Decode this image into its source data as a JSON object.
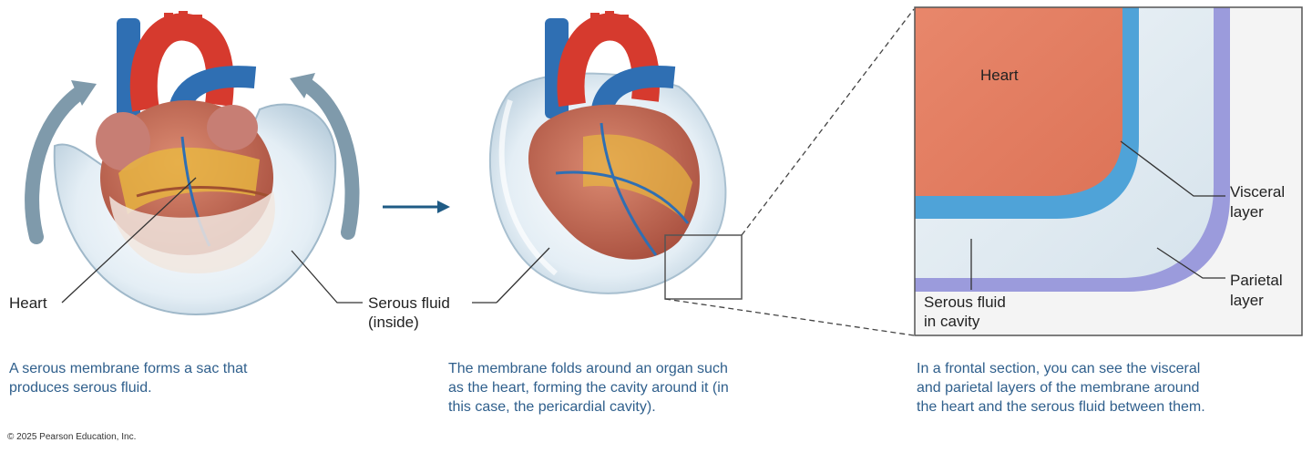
{
  "labels": {
    "heart_left": "Heart",
    "serous_fluid_1": "Serous fluid",
    "serous_fluid_2": "(inside)",
    "heart_inset": "Heart",
    "visceral_1": "Visceral",
    "visceral_2": "layer",
    "parietal_1": "Parietal",
    "parietal_2": "layer",
    "cavity_1": "Serous fluid",
    "cavity_2": "in cavity"
  },
  "captions": {
    "left": [
      "A serous membrane forms a sac that",
      "produces serous fluid."
    ],
    "middle": [
      "The membrane folds around an organ such",
      "as the heart, forming the cavity around it (in",
      "this case, the pericardial cavity)."
    ],
    "right": [
      "In a frontal section, you can see the visceral",
      "and parietal layers of the membrane around",
      "the heart and the serous fluid between them."
    ]
  },
  "copyright": "© 2025 Pearson Education, Inc.",
  "colors": {
    "caption": "#2f5f8c",
    "heart_muscle": "#c8735f",
    "aorta": "#d63a2e",
    "vein": "#2f6fb3",
    "fat": "#e8b840",
    "membrane": "#dfeaf2",
    "visceral": "#4fa3d8",
    "parietal": "#9b9bdc",
    "inset_heart": "#e9866a"
  }
}
